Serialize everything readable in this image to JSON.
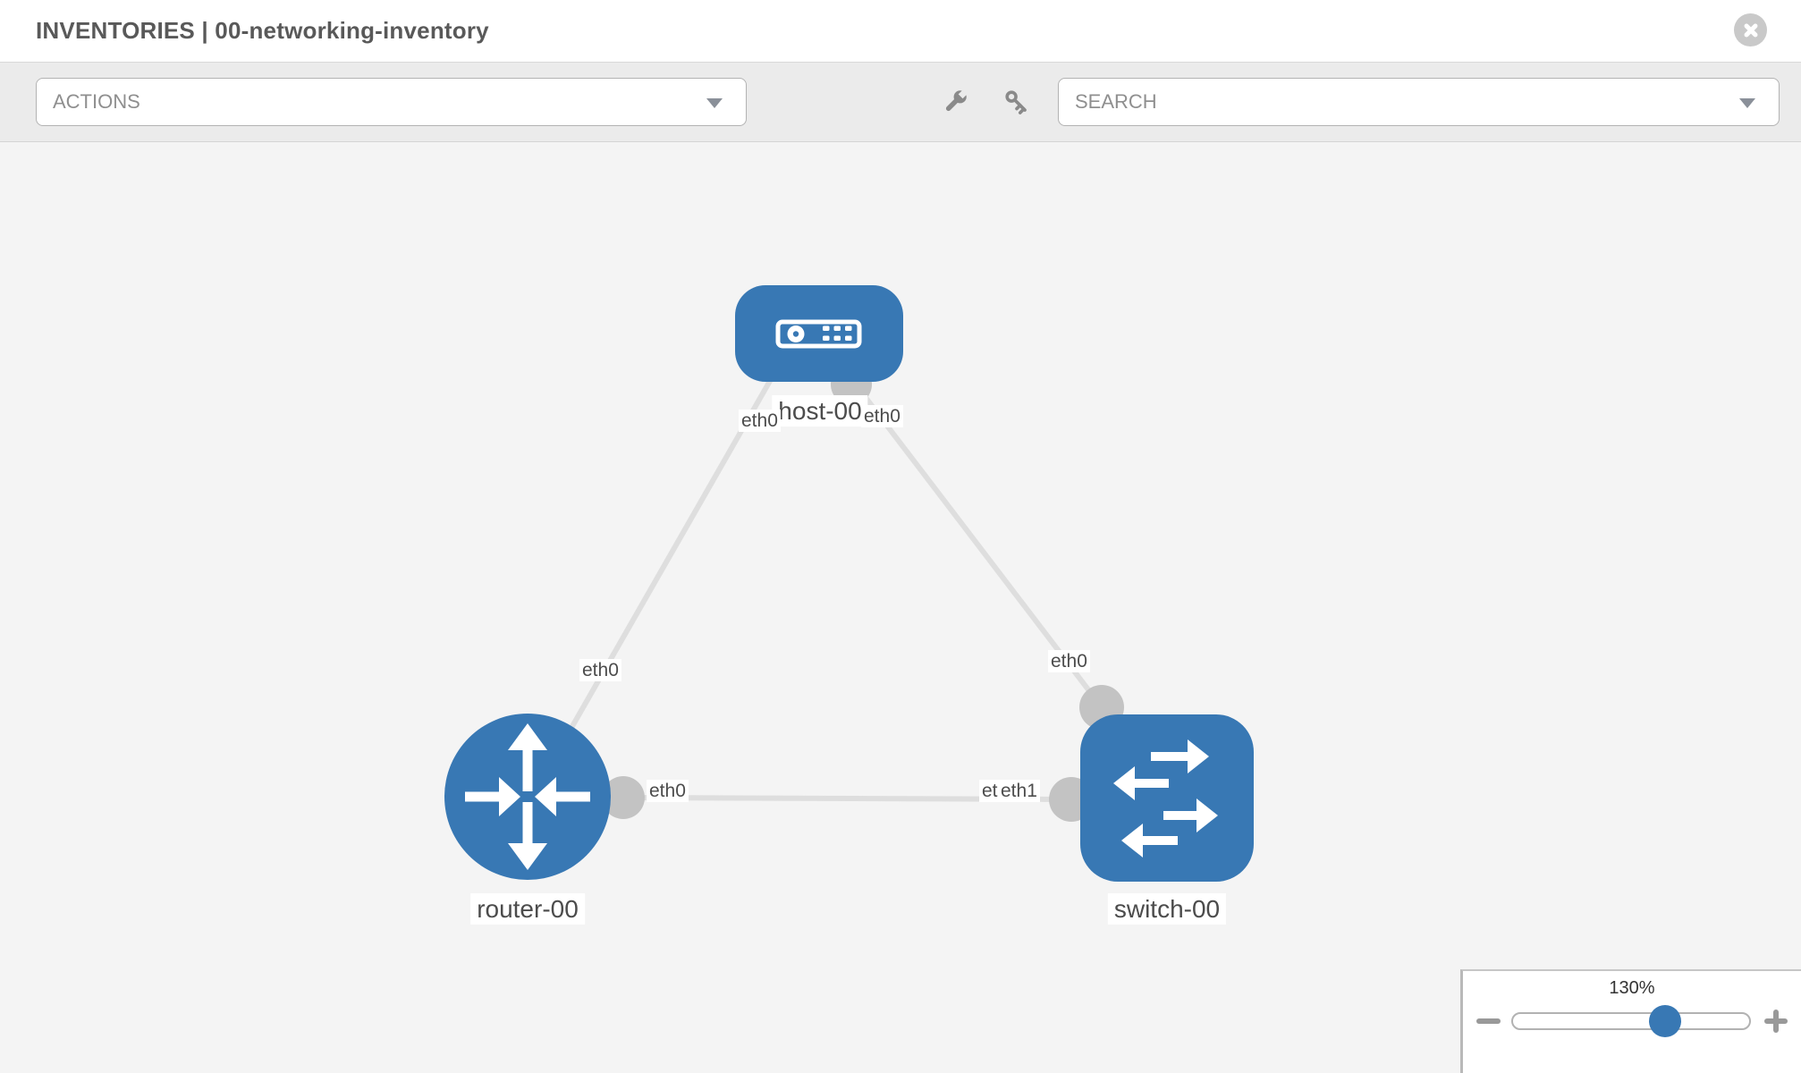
{
  "header": {
    "title": "INVENTORIES | 00-networking-inventory"
  },
  "toolbar": {
    "actions_label": "ACTIONS",
    "search_label": "SEARCH",
    "tool_icons": [
      "wrench-icon",
      "key-icon"
    ]
  },
  "topology": {
    "nodes": [
      {
        "id": "host-00",
        "type": "host",
        "label": "host-00"
      },
      {
        "id": "router-00",
        "type": "router",
        "label": "router-00"
      },
      {
        "id": "switch-00",
        "type": "switch",
        "label": "switch-00"
      }
    ],
    "links": [
      {
        "source": "host-00",
        "source_interface": "eth0",
        "target": "router-00",
        "target_interface": "eth0"
      },
      {
        "source": "host-00",
        "source_interface": "eth0",
        "target": "switch-00",
        "target_interface": "eth0"
      },
      {
        "source": "router-00",
        "source_interface": "eth0",
        "target": "switch-00",
        "target_interface": "eth1"
      }
    ]
  },
  "interface_labels": {
    "host_to_router_host_end": "eth0",
    "host_to_router_router_end": "eth0",
    "host_to_switch_host_end": "eth0",
    "host_to_switch_switch_end": "eth0",
    "router_to_switch_router_end": "eth0",
    "router_to_switch_switch_end_under": "eth0",
    "router_to_switch_switch_end_over": "eth1"
  },
  "zoom_control": {
    "value": "130%"
  },
  "colors": {
    "node_blue": "#3878b4",
    "link_gray": "#dedede",
    "connector_gray": "#c3c3c3",
    "canvas_bg": "#f4f4f4",
    "toolbar_bg": "#ebebeb"
  }
}
